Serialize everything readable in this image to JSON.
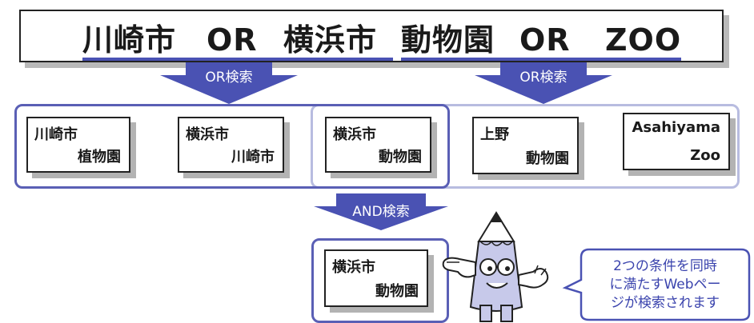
{
  "query": {
    "words": [
      "川崎市",
      "OR",
      "横浜市",
      "動物園",
      "OR",
      "ZOO"
    ]
  },
  "operations": {
    "or_left": "OR検索",
    "or_right": "OR検索",
    "and": "AND検索"
  },
  "cards": [
    {
      "line1": "川崎市",
      "line2": "植物園"
    },
    {
      "line1": "横浜市",
      "line2": "川崎市"
    },
    {
      "line1": "横浜市",
      "line2": "動物園"
    },
    {
      "line1": "上野",
      "line2": "動物園"
    },
    {
      "line1": "Asahiyama",
      "line2": "Zoo"
    }
  ],
  "result_card": {
    "line1": "横浜市",
    "line2": "動物園"
  },
  "bubble": {
    "lines": [
      "2つの条件を同時",
      "に満たすWebペー",
      "ジが検索されます"
    ]
  },
  "colors": {
    "accent": "#4a52b3",
    "light_frame": "#b8bce0",
    "shadow": "#b3b3b3",
    "arrow": "#4a52b3"
  }
}
